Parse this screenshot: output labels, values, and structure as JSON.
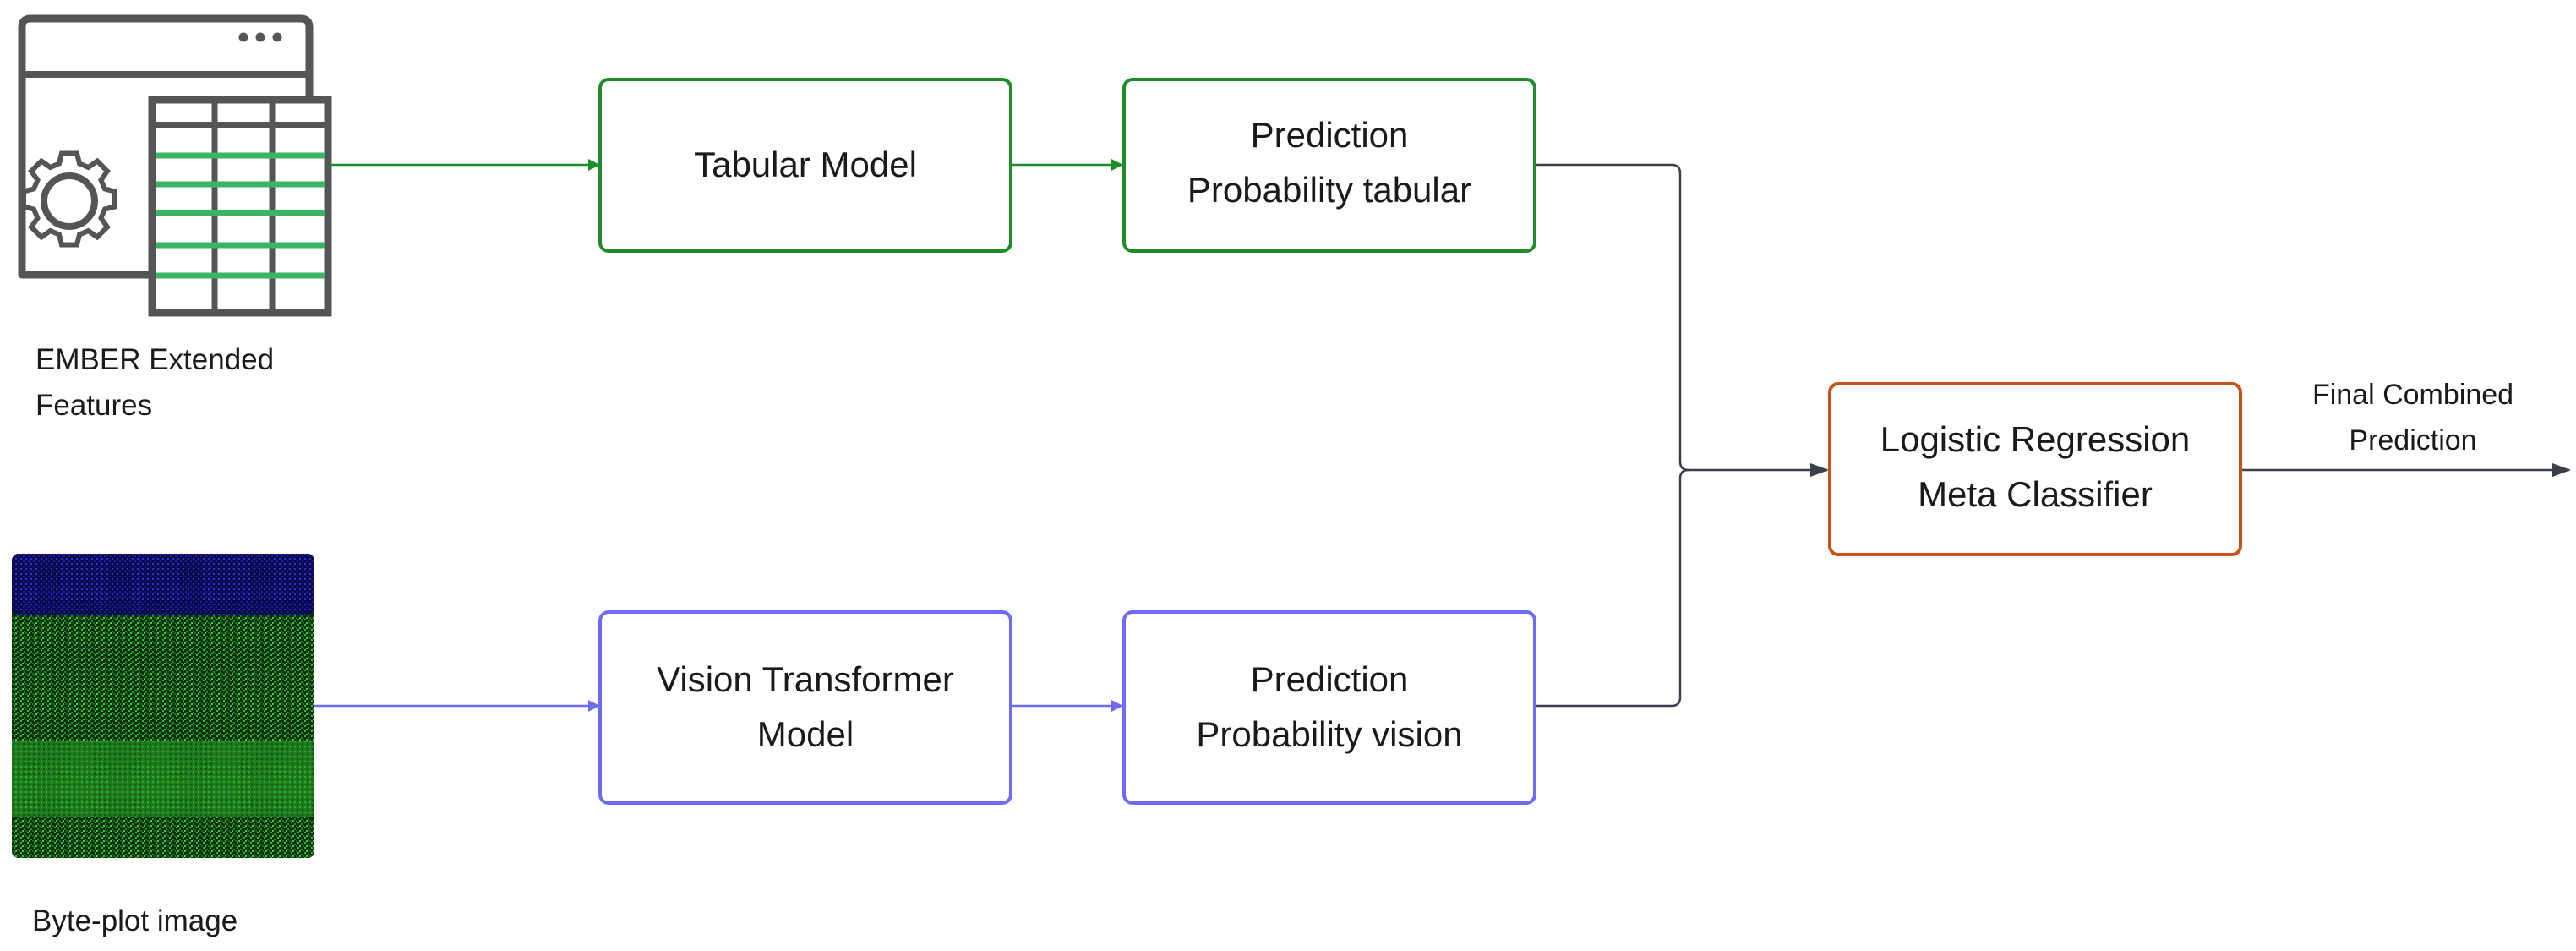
{
  "colors": {
    "tabular": "#1f8c2a",
    "vision": "#6e6cf3",
    "meta": "#c8541a",
    "connector": "#3a3f4a",
    "icon_gray": "#555555",
    "icon_green": "#3cb563"
  },
  "inputs": {
    "tabular_icon": "table-gear-icon",
    "tabular_label_line1": "EMBER Extended",
    "tabular_label_line2": "Features",
    "image_label": "Byte-plot image"
  },
  "nodes": {
    "tabular_model": {
      "lines": [
        "Tabular Model"
      ]
    },
    "pred_tabular": {
      "lines": [
        "Prediction",
        "Probability tabular"
      ]
    },
    "vision_model": {
      "lines": [
        "Vision Transformer",
        "Model"
      ]
    },
    "pred_vision": {
      "lines": [
        "Prediction",
        "Probability vision"
      ]
    },
    "meta": {
      "lines": [
        "Logistic Regression",
        "Meta Classifier"
      ]
    }
  },
  "output": {
    "label_line1": "Final Combined",
    "label_line2": "Prediction"
  }
}
